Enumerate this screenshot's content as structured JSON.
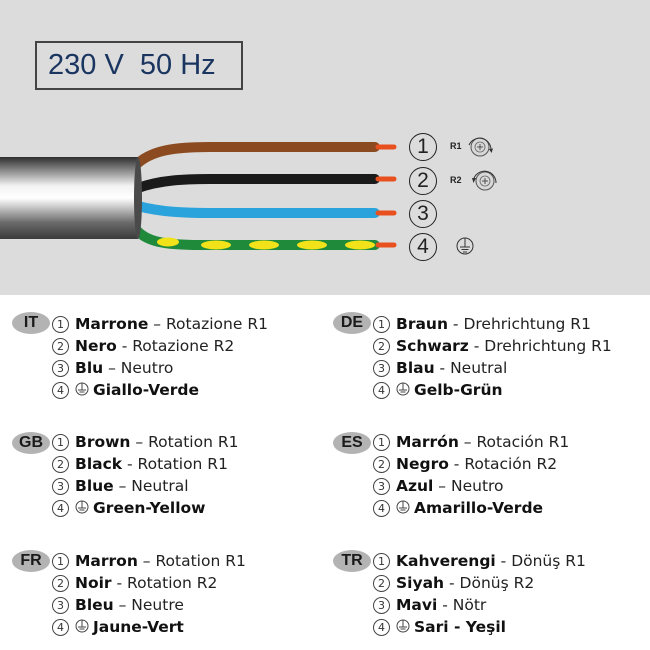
{
  "header": {
    "spec_label": "230 V  50 Hz"
  },
  "diagram": {
    "wires": [
      {
        "number": "1",
        "color": "#8b4a1f",
        "symbol": "rotation-cw-icon",
        "symbol_label": "R1"
      },
      {
        "number": "2",
        "color": "#1a1a1a",
        "symbol": "rotation-ccw-icon",
        "symbol_label": "R2"
      },
      {
        "number": "3",
        "color": "#2aa3dc",
        "symbol": "",
        "symbol_label": ""
      },
      {
        "number": "4",
        "color": "#1f8a3a",
        "stripe_color": "#f2e21a",
        "symbol": "ground-icon",
        "symbol_label": ""
      }
    ],
    "tip_color": "#e8501e",
    "cable_color": "#5a5a5a"
  },
  "legend": {
    "IT": {
      "code": "IT",
      "rows": [
        {
          "num": "1",
          "color": "Marrone",
          "sep": " – ",
          "func": "Rotazione R1"
        },
        {
          "num": "2",
          "color": "Nero",
          "sep": " - ",
          "func": "Rotazione R2"
        },
        {
          "num": "3",
          "color": "Blu",
          "sep": " – ",
          "func": "Neutro"
        },
        {
          "num": "4",
          "color": "Giallo-Verde",
          "sep": "",
          "func": ""
        }
      ]
    },
    "DE": {
      "code": "DE",
      "rows": [
        {
          "num": "1",
          "color": "Braun",
          "sep": " - ",
          "func": "Drehrichtung R1"
        },
        {
          "num": "2",
          "color": "Schwarz",
          "sep": " - ",
          "func": "Drehrichtung R1"
        },
        {
          "num": "3",
          "color": "Blau",
          "sep": " - ",
          "func": "Neutral"
        },
        {
          "num": "4",
          "color": "Gelb-Grün",
          "sep": "",
          "func": ""
        }
      ]
    },
    "GB": {
      "code": "GB",
      "rows": [
        {
          "num": "1",
          "color": "Brown",
          "sep": " – ",
          "func": "Rotation R1"
        },
        {
          "num": "2",
          "color": "Black",
          "sep": " - ",
          "func": "Rotation R1"
        },
        {
          "num": "3",
          "color": "Blue",
          "sep": " – ",
          "func": "Neutral"
        },
        {
          "num": "4",
          "color": "Green-Yellow",
          "sep": "",
          "func": ""
        }
      ]
    },
    "ES": {
      "code": "ES",
      "rows": [
        {
          "num": "1",
          "color": "Marrón",
          "sep": " – ",
          "func": "Rotación R1"
        },
        {
          "num": "2",
          "color": "Negro",
          "sep": " - ",
          "func": "Rotación R2"
        },
        {
          "num": "3",
          "color": "Azul",
          "sep": " – ",
          "func": "Neutro"
        },
        {
          "num": "4",
          "color": "Amarillo-Verde",
          "sep": "",
          "func": ""
        }
      ]
    },
    "FR": {
      "code": "FR",
      "rows": [
        {
          "num": "1",
          "color": "Marron",
          "sep": " – ",
          "func": "Rotation R1"
        },
        {
          "num": "2",
          "color": "Noir",
          "sep": " - ",
          "func": "Rotation R2"
        },
        {
          "num": "3",
          "color": "Bleu",
          "sep": " – ",
          "func": "Neutre"
        },
        {
          "num": "4",
          "color": "Jaune-Vert",
          "sep": "",
          "func": ""
        }
      ]
    },
    "TR": {
      "code": "TR",
      "rows": [
        {
          "num": "1",
          "color": "Kahverengi",
          "sep": " - ",
          "func": "Dönüş R1"
        },
        {
          "num": "2",
          "color": "Siyah",
          "sep": " - ",
          "func": "Dönüş R2"
        },
        {
          "num": "3",
          "color": "Mavi",
          "sep": " - ",
          "func": "Nötr"
        },
        {
          "num": "4",
          "color": "Sari - Yeşil",
          "sep": "",
          "func": ""
        }
      ]
    }
  }
}
